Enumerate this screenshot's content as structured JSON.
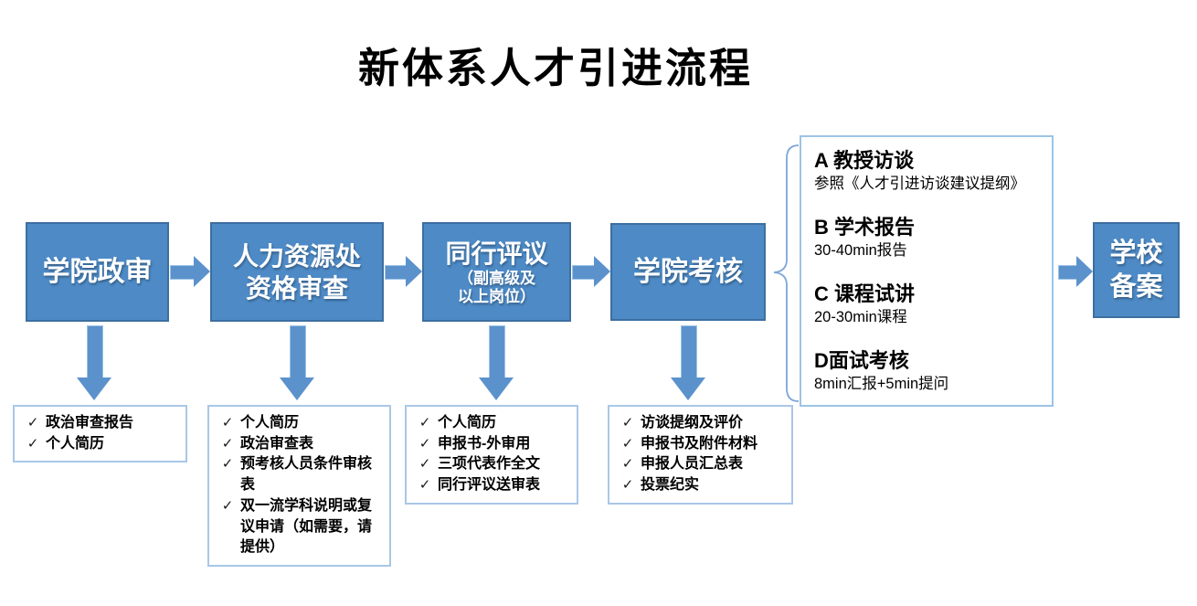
{
  "title": "新体系人才引进流程",
  "checkmark": "✓",
  "colors": {
    "box_fill": "#4d8ac6",
    "box_border": "#3d6fa0",
    "arrow_fill": "#5b92cc",
    "panel_border": "#9dc3e6",
    "checklist_border": "#a9c7e8",
    "box_text": "#ffffff",
    "body_text": "#000000"
  },
  "steps": [
    {
      "lines": [
        "学院政审"
      ]
    },
    {
      "lines": [
        "人力资源处",
        "资格审查"
      ]
    },
    {
      "lines": [
        "同行评议"
      ],
      "sub": [
        "（副高级及",
        "以上岗位）"
      ]
    },
    {
      "lines": [
        "学院考核"
      ]
    },
    {
      "lines": [
        "学校",
        "备案"
      ]
    }
  ],
  "checklists": [
    {
      "items": [
        "政治审查报告",
        "个人简历"
      ]
    },
    {
      "items": [
        "个人简历",
        "政治审查表",
        "预考核人员条件审核表",
        "双一流学科说明或复议申请（如需要，请提供）"
      ]
    },
    {
      "items": [
        "个人简历",
        "申报书-外审用",
        "三项代表作全文",
        "同行评议送审表"
      ]
    },
    {
      "items": [
        "访谈提纲及评价",
        "申报书及附件材料",
        "申报人员汇总表",
        "投票纪实"
      ]
    }
  ],
  "assessment_panel": {
    "items": [
      {
        "heading": "A 教授访谈",
        "detail": "参照《人才引进访谈建议提纲》"
      },
      {
        "heading": "B 学术报告",
        "detail": "30-40min报告"
      },
      {
        "heading": "C 课程试讲",
        "detail": "20-30min课程"
      },
      {
        "heading": "D面试考核",
        "detail": "8min汇报+5min提问"
      }
    ]
  }
}
